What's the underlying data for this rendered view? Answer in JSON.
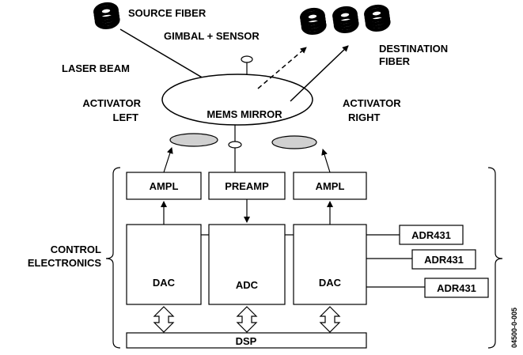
{
  "labels": {
    "source_fiber": "SOURCE FIBER",
    "gimbal_sensor": "GIMBAL + SENSOR",
    "destination_fiber_line1": "DESTINATION",
    "destination_fiber_line2": "FIBER",
    "laser_beam": "LASER BEAM",
    "mems_mirror": "MEMS MIRROR",
    "activator_left_line1": "ACTIVATOR",
    "activator_left_line2": "LEFT",
    "activator_right_line1": "ACTIVATOR",
    "activator_right_line2": "RIGHT",
    "control_line1": "CONTROL",
    "control_line2": "ELECTRONICS",
    "figure_id": "04500-0-005"
  },
  "blocks": {
    "ampl_left": "AMPL",
    "preamp": "PREAMP",
    "ampl_right": "AMPL",
    "dac_left": "DAC",
    "adc": "ADC",
    "dac_right": "DAC",
    "adr_1": "ADR431",
    "adr_2": "ADR431",
    "adr_3": "ADR431",
    "dsp": "DSP"
  },
  "colors": {
    "line": "#000000",
    "activator_fill": "#d0d0d0",
    "background": "#ffffff"
  }
}
